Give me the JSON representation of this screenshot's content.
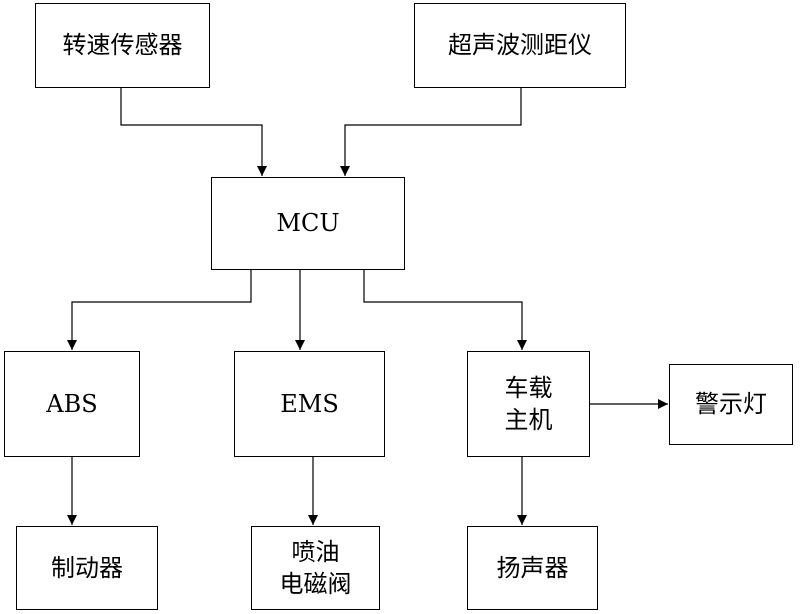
{
  "diagram": {
    "nodes": {
      "speed_sensor": {
        "lines": [
          "转速传感器"
        ]
      },
      "ultrasonic_rangefinder": {
        "lines": [
          "超声波测距仪"
        ]
      },
      "mcu": {
        "lines": [
          "MCU"
        ]
      },
      "abs": {
        "lines": [
          "ABS"
        ]
      },
      "ems": {
        "lines": [
          "EMS"
        ]
      },
      "host": {
        "lines": [
          "车载",
          "主机"
        ]
      },
      "warning_light": {
        "lines": [
          "警示灯"
        ]
      },
      "brake": {
        "lines": [
          "制动器"
        ]
      },
      "injector_valve": {
        "lines": [
          "喷油",
          "电磁阀"
        ]
      },
      "speaker": {
        "lines": [
          "扬声器"
        ]
      }
    },
    "edges": [
      {
        "from": "speed_sensor",
        "to": "mcu"
      },
      {
        "from": "ultrasonic_rangefinder",
        "to": "mcu"
      },
      {
        "from": "mcu",
        "to": "abs"
      },
      {
        "from": "mcu",
        "to": "ems"
      },
      {
        "from": "mcu",
        "to": "host"
      },
      {
        "from": "host",
        "to": "warning_light"
      },
      {
        "from": "abs",
        "to": "brake"
      },
      {
        "from": "ems",
        "to": "injector_valve"
      },
      {
        "from": "host",
        "to": "speaker"
      }
    ]
  }
}
